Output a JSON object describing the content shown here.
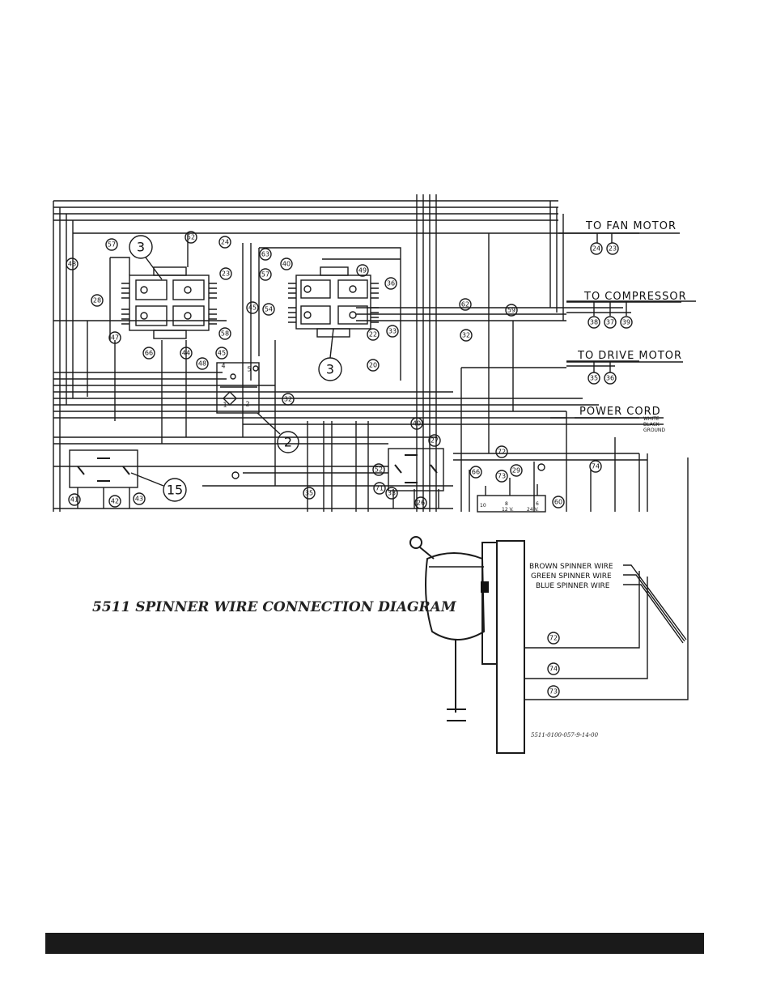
{
  "labels": {
    "fan_motor": "TO FAN MOTOR",
    "compressor": "TO COMPRESSOR",
    "drive_motor": "TO DRIVE MOTOR",
    "power_cord": "POWER CORD",
    "white": "WHITE",
    "black": "BLACK",
    "ground": "GROUND",
    "brown_spinner": "BROWN SPINNER WIRE",
    "green_spinner": "GREEN SPINNER WIRE",
    "blue_spinner": "BLUE SPINNER WIRE",
    "title": "5511 SPINNER WIRE CONNECTION DIAGRAM",
    "part_number": "5511-0100-057-9-14-00",
    "volt12": "12 V.",
    "volt24": "24 V.",
    "term10": "10",
    "term8": "8",
    "term6": "6"
  },
  "components": {
    "big_3a": "3",
    "big_3b": "3",
    "big_2": "2",
    "big_15": "15"
  },
  "switch_terminals": {
    "t4": "4",
    "t5": "5",
    "t1": "1",
    "t2": "2"
  },
  "wire_numbers": {
    "w57a": "57",
    "w52a": "52",
    "w24a": "24",
    "w63": "63",
    "w40a": "40",
    "w49": "49",
    "w48a": "48",
    "w28": "28",
    "w23a": "23",
    "w57b": "57",
    "w36a": "36",
    "w45a": "45",
    "w54": "54",
    "w62": "62",
    "w59": "59",
    "w47": "47",
    "w58": "58",
    "w22": "22",
    "w33a": "33",
    "w32a": "32",
    "w66a": "66",
    "w44": "44",
    "w45b": "45",
    "w20": "20",
    "w48b": "48",
    "w32b": "32",
    "w40b": "40",
    "w27": "27",
    "w72a": "72",
    "w66b": "66",
    "w73a": "73",
    "w29": "29",
    "w74a": "74",
    "w52b": "52",
    "w35a": "35",
    "w71": "71",
    "w33b": "33",
    "w26": "26",
    "w60": "60",
    "w41": "41",
    "w42": "42",
    "w43": "43",
    "w24b": "24",
    "w23b": "23",
    "w38": "38",
    "w37": "37",
    "w39": "39",
    "w35b": "35",
    "w36b": "36",
    "w72b": "72",
    "w74b": "74",
    "w73b": "73"
  }
}
